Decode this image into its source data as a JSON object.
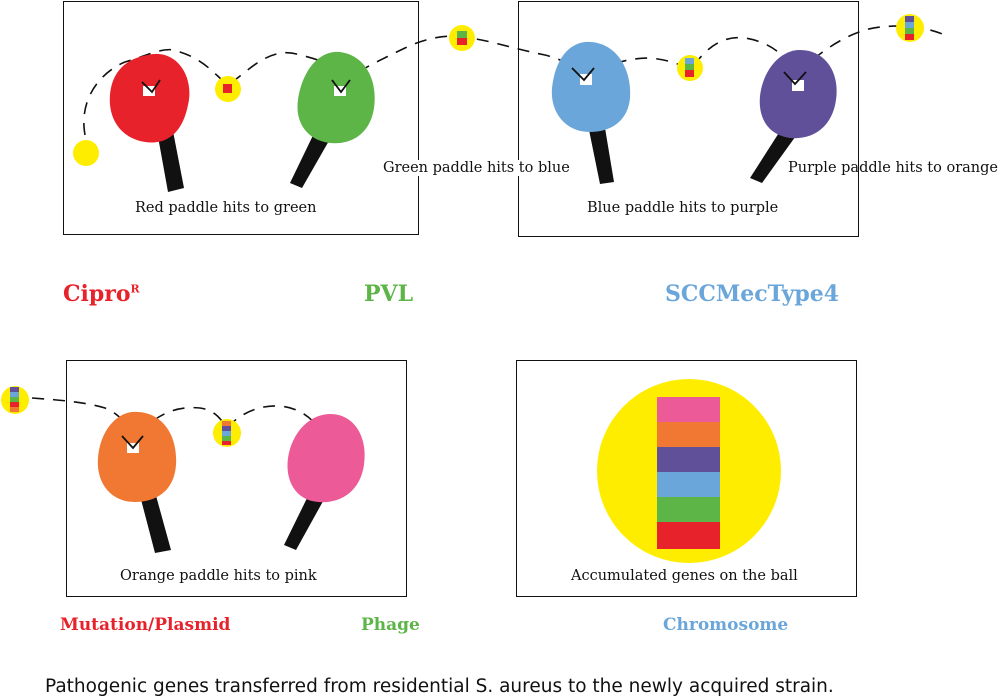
{
  "captions": {
    "red_to_green": "Red paddle hits to green",
    "green_to_blue": "Green paddle hits to blue",
    "blue_to_purple": "Blue paddle hits to purple",
    "purple_to_orange": "Purple paddle hits to orange",
    "orange_to_pink": "Orange paddle hits to pink",
    "accumulated": "Accumulated genes on the ball"
  },
  "labels": {
    "cipro": "Cipro",
    "cipro_sup": "R",
    "pvl": "PVL",
    "sccmec": "SCCMecType4",
    "mutation_plasmid": "Mutation/Plasmid",
    "phage": "Phage",
    "chromosome": "Chromosome"
  },
  "footer": "Pathogenic genes transferred from residential S. aureus to the newly acquired strain.",
  "colors": {
    "red": "#e8222b",
    "green": "#5db547",
    "blue": "#6aa6d9",
    "purple": "#5f5099",
    "orange": "#f07832",
    "pink": "#ec5a97",
    "ball": "#ffed00",
    "handle": "#111111",
    "label_red": "#e8222b",
    "label_green": "#5db547",
    "label_blue": "#6aa6d9"
  }
}
